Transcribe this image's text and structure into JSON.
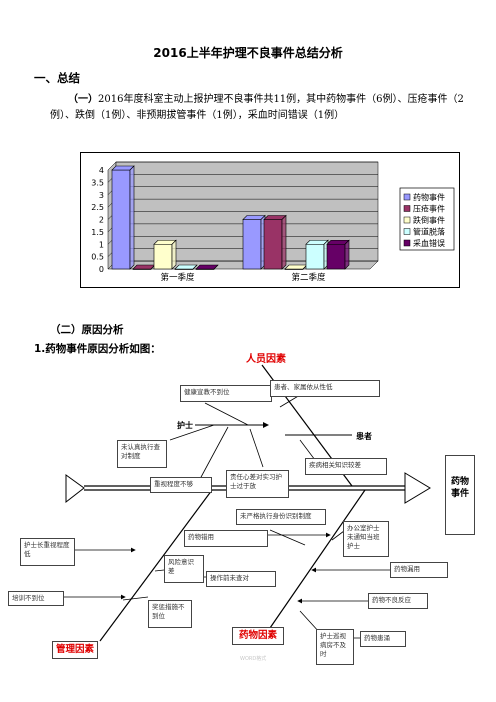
{
  "document": {
    "title": "2016上半年护理不良事件总结分析",
    "section1": "一、总结",
    "summary_label": "（一）",
    "summary_text": "2016年度科室主动上报护理不良事件共11例，其中药物事件（6例）、压疮事件（2例）、跌倒（1例）、非预期拔管事件（1例），采血时间错误（1例）",
    "section2": "（二）原因分析",
    "section3": "1.药物事件原因分析如图："
  },
  "chart_data": {
    "type": "bar",
    "categories": [
      "第一季度",
      "第二季度"
    ],
    "series": [
      {
        "name": "药物事件",
        "values": [
          4,
          2
        ],
        "color": "#9999ff"
      },
      {
        "name": "压疮事件",
        "values": [
          0,
          2
        ],
        "color": "#993366"
      },
      {
        "name": "跌倒事件",
        "values": [
          1,
          0
        ],
        "color": "#ffffcc"
      },
      {
        "name": "管道脱落",
        "values": [
          0,
          1
        ],
        "color": "#ccffff"
      },
      {
        "name": "采血错误",
        "values": [
          0,
          1
        ],
        "color": "#660066"
      }
    ],
    "yticks": [
      "0",
      "0.5",
      "1",
      "1.5",
      "2",
      "2.5",
      "3",
      "3.5",
      "4"
    ],
    "ylim": [
      0,
      4
    ],
    "legend": "right"
  },
  "fishbone": {
    "categories": {
      "people": "人员因素",
      "management": "管理因素",
      "drug": "药物因素"
    },
    "head": "药物事件",
    "sub": {
      "nurse": "护士",
      "patient": "患者"
    },
    "causes": {
      "health_edu": "健康宣教不到位",
      "patient_compliance": "患者、家属依从性低",
      "no_system": "未认真执行查对制度",
      "not_valued": "重视程度不够",
      "responsibility": "责任心差对实习护士过于放",
      "disease_knowledge": "疾病相关知识较差",
      "identity": "未严格执行身份识别制度",
      "drug_use": "药物错用",
      "head_nurse": "护士长重视程度低",
      "risk": "风险意识差",
      "before_check": "操作前未查对",
      "office_nurse": "办公室护士未通知当班护士",
      "drug_leak": "药物漏用",
      "training": "培训不到位",
      "measures": "奖惩措施不到位",
      "adverse": "药物不良反应",
      "leak": "药物患涌",
      "nurse_obs": "护士巡视病房不及时"
    },
    "watermark": "WORD格式"
  }
}
